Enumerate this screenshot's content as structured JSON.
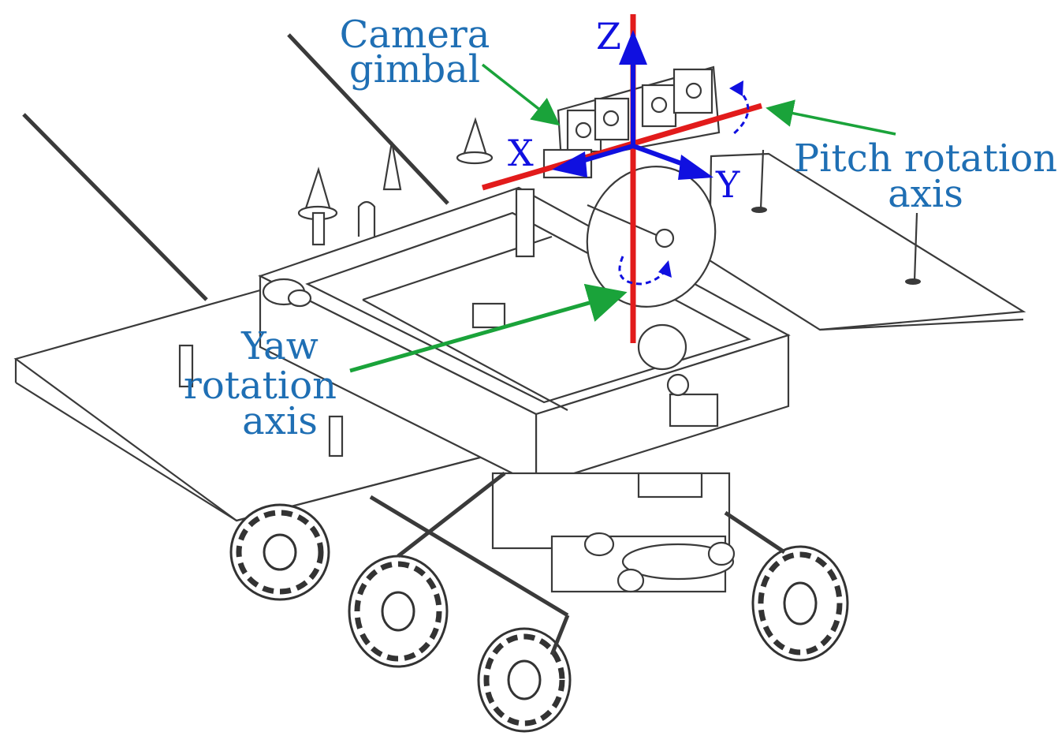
{
  "labels": {
    "camera_gimbal_line1": "Camera",
    "camera_gimbal_line2": "gimbal",
    "pitch_axis_line1": "Pitch rotation",
    "pitch_axis_line2": "axis",
    "yaw_axis_line1": "Yaw",
    "yaw_axis_line2": "rotation",
    "yaw_axis_line3": "axis"
  },
  "axes": {
    "x": "X",
    "y": "Y",
    "z": "Z"
  },
  "colors": {
    "rotation_axis": "#e21b1b",
    "coordinate_axis": "#1010e0",
    "leader_arrow": "#1aa33a",
    "annotation_text": "#1f6fb4",
    "drawing_line": "#3a3a3a"
  }
}
